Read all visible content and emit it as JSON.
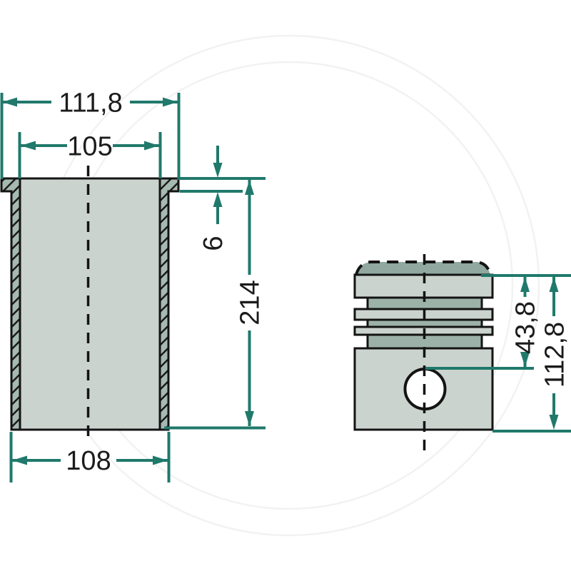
{
  "dims": {
    "flange_od": "111,8",
    "bore": "105",
    "flange_height": "6",
    "liner_length": "214",
    "liner_od": "108",
    "pin_top": "43,8",
    "piston_height": "112,8"
  },
  "colors": {
    "dimension_line": "#20796b",
    "outline": "#141414",
    "fill_light": "#cbd3cf",
    "fill_dark": "#9cb2a9",
    "fill_crown": "#90a89f",
    "fill_section": "#a6bab1",
    "background": "#ffffff",
    "watermark": "#f2f2f2"
  }
}
